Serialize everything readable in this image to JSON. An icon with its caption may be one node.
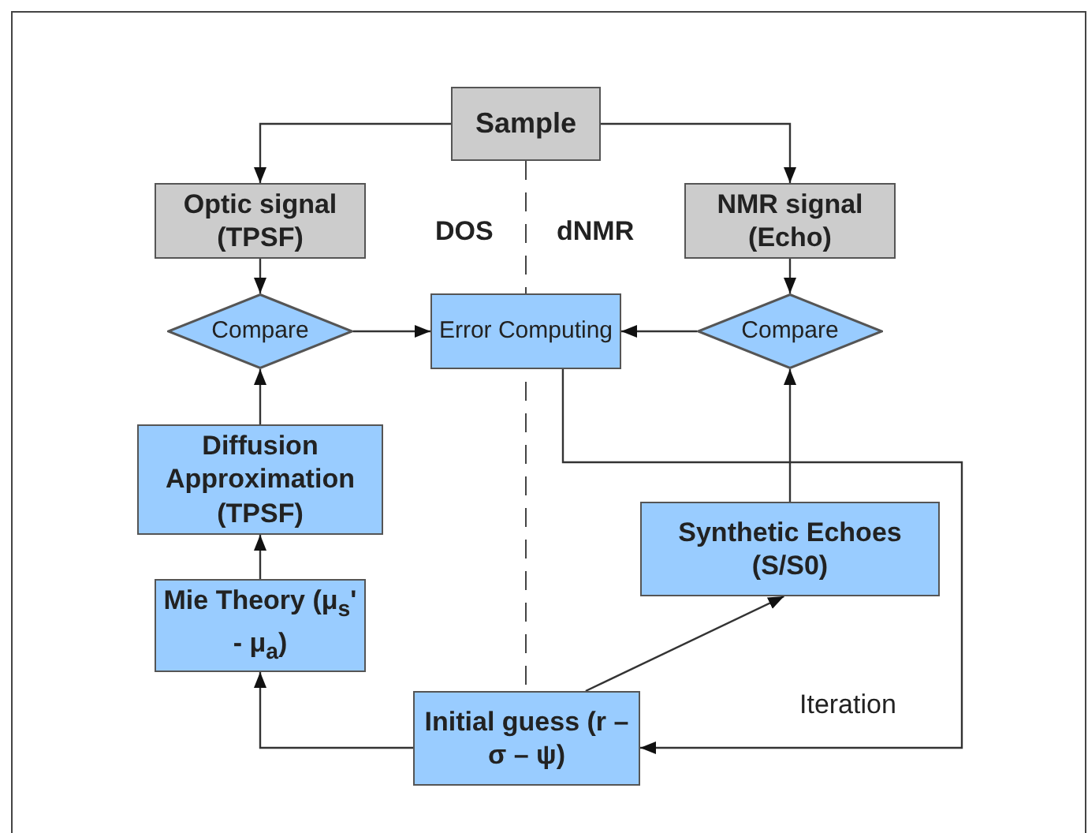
{
  "diagram": {
    "nodes": [
      {
        "text": [
          "Sample"
        ]
      },
      {
        "text": [
          "Optic signal (TPSF)"
        ]
      },
      {
        "text": [
          "NMR signal (Echo)"
        ]
      },
      {
        "text": [
          "Compare"
        ]
      },
      {
        "text": [
          "Error Computing"
        ]
      },
      {
        "text": [
          "Compare"
        ]
      },
      {
        "text": [
          "Diffusion Approximation (TPSF)"
        ]
      },
      {
        "text": [
          "Mie Theory (μ$_{s}$' - μ$_{a}$)"
        ]
      },
      {
        "text": [
          "Synthetic Echoes (S/S0)"
        ]
      },
      {
        "text": [
          "Initial guess (r – σ – ψ)"
        ]
      }
    ],
    "edges": [
      {
        "from": 0,
        "to": 1,
        "arrow": "to"
      },
      {
        "from": 0,
        "to": 2,
        "arrow": "to"
      },
      {
        "from": 1,
        "to": 3,
        "arrow": "to"
      },
      {
        "from": 2,
        "to": 5,
        "arrow": "to"
      },
      {
        "from": 3,
        "to": 4,
        "arrow": "to"
      },
      {
        "from": 5,
        "to": 4,
        "arrow": "to"
      },
      {
        "from": 6,
        "to": 3,
        "arrow": "to"
      },
      {
        "from": 7,
        "to": 6,
        "arrow": "to"
      },
      {
        "from": 9,
        "to": 7,
        "arrow": "to"
      },
      {
        "from": 9,
        "to": 8,
        "arrow": "to"
      },
      {
        "from": 8,
        "to": 5,
        "arrow": "to"
      },
      {
        "from": 4,
        "to": 9,
        "arrow": "to"
      }
    ],
    "labels": [
      "DOS",
      "dNMR",
      "Iteration"
    ]
  }
}
